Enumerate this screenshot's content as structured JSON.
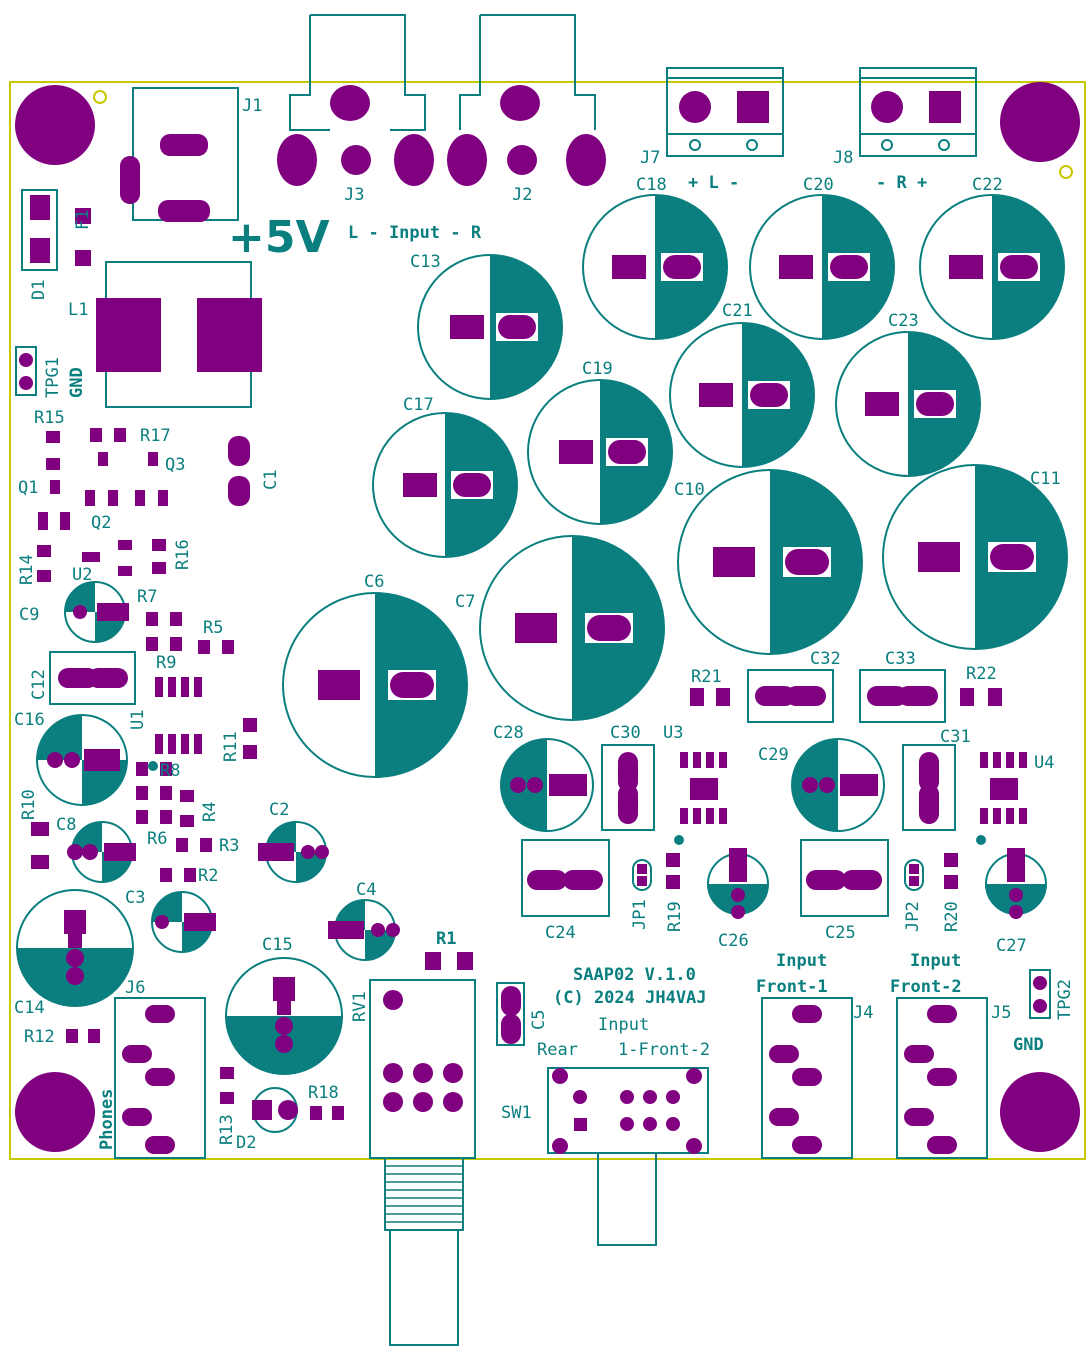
{
  "colors": {
    "silk": "#0b7f7f",
    "pad": "#800080",
    "edge": "#c8c800",
    "background": "#ffffff"
  },
  "board": {
    "title": "SAAP02 V.1.0",
    "copyright": "(C) 2024 JH4VAJ",
    "power_label": "+5V",
    "input_label": "L - Input - R",
    "out_left_label": "+ L -",
    "out_right_label": "- R +",
    "gnd1": "GND",
    "gnd2": "GND",
    "phones": "Phones",
    "front1_a": "Input",
    "front1_b": "Front-1",
    "front2_a": "Input",
    "front2_b": "Front-2",
    "sw_input": "Input",
    "sw_rear": "Rear",
    "sw_front": "1-Front-2"
  },
  "refs": {
    "J1": "J1",
    "J2": "J2",
    "J3": "J3",
    "J4": "J4",
    "J5": "J5",
    "J6": "J6",
    "J7": "J7",
    "J8": "J8",
    "F1": "F1",
    "D1": "D1",
    "D2": "D2",
    "L1": "L1",
    "TPG1": "TPG1",
    "TPG2": "TPG2",
    "R1": "R1",
    "R2": "R2",
    "R3": "R3",
    "R4": "R4",
    "R5": "R5",
    "R6": "R6",
    "R7": "R7",
    "R8": "R8",
    "R9": "R9",
    "R10": "R10",
    "R11": "R11",
    "R12": "R12",
    "R13": "R13",
    "R14": "R14",
    "R15": "R15",
    "R16": "R16",
    "R17": "R17",
    "R18": "R18",
    "R19": "R19",
    "R20": "R20",
    "R21": "R21",
    "R22": "R22",
    "Q1": "Q1",
    "Q2": "Q2",
    "Q3": "Q3",
    "U1": "U1",
    "U2": "U2",
    "U3": "U3",
    "U4": "U4",
    "C1": "C1",
    "C2": "C2",
    "C3": "C3",
    "C4": "C4",
    "C5": "C5",
    "C6": "C6",
    "C7": "C7",
    "C8": "C8",
    "C9": "C9",
    "C10": "C10",
    "C11": "C11",
    "C12": "C12",
    "C13": "C13",
    "C14": "C14",
    "C15": "C15",
    "C16": "C16",
    "C17": "C17",
    "C18": "C18",
    "C19": "C19",
    "C20": "C20",
    "C21": "C21",
    "C22": "C22",
    "C23": "C23",
    "C24": "C24",
    "C25": "C25",
    "C26": "C26",
    "C27": "C27",
    "C28": "C28",
    "C29": "C29",
    "C30": "C30",
    "C31": "C31",
    "C32": "C32",
    "C33": "C33",
    "RV1": "RV1",
    "SW1": "SW1",
    "JP1": "JP1",
    "JP2": "JP2"
  }
}
